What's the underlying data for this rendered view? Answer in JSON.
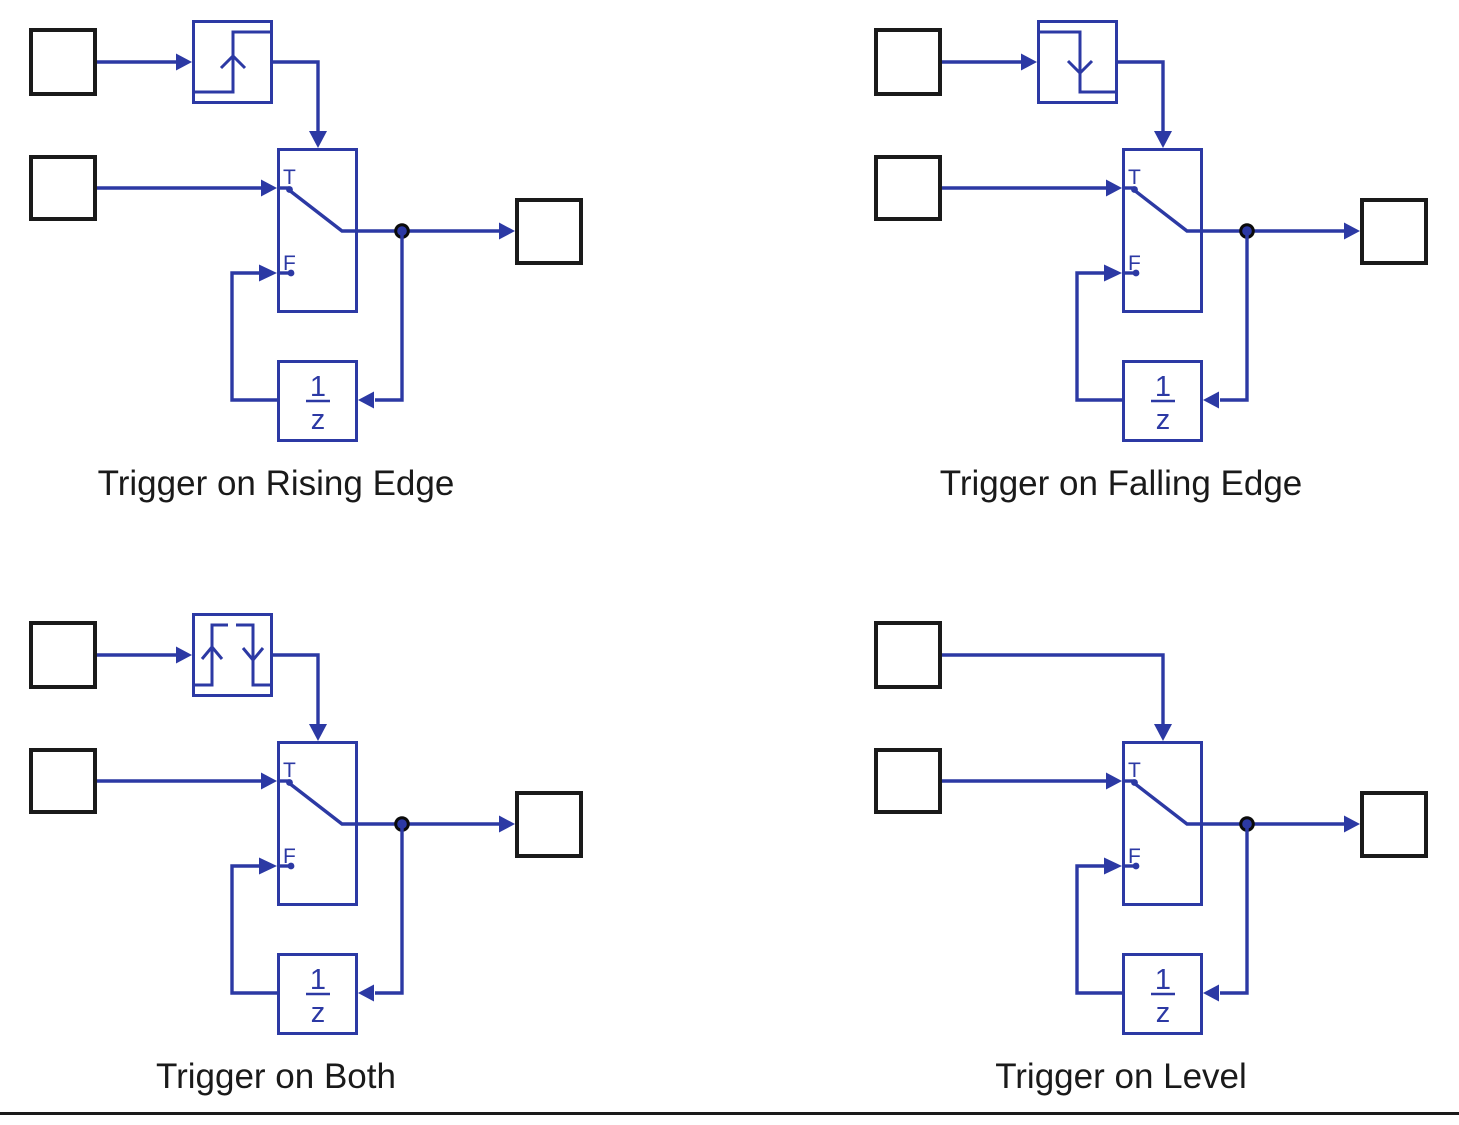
{
  "colors": {
    "diagram_blue": "#2C39A4",
    "text_black": "#1A1A1A",
    "background": "#FFFFFF"
  },
  "switch_block": {
    "true_label": "T",
    "false_label": "F"
  },
  "unit_delay_block": {
    "numerator": "1",
    "denominator": "z"
  },
  "diagrams": [
    {
      "caption": "Trigger on Rising Edge",
      "detector_icon": "rising-edge-icon"
    },
    {
      "caption": "Trigger on Falling Edge",
      "detector_icon": "falling-edge-icon"
    },
    {
      "caption": "Trigger on Both",
      "detector_icon": "both-edges-icon"
    },
    {
      "caption": "Trigger on Level",
      "detector_icon": "none"
    }
  ]
}
